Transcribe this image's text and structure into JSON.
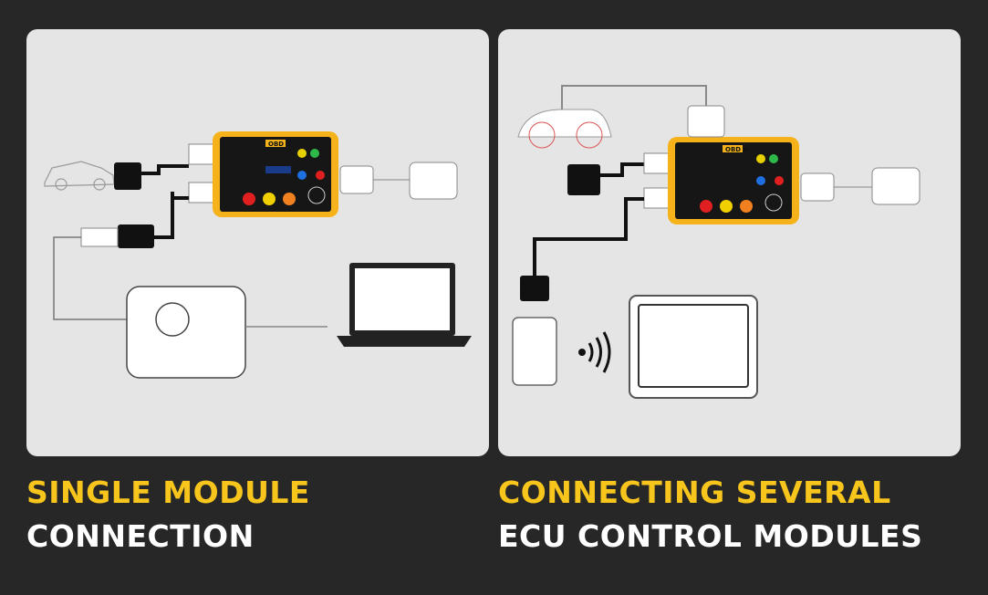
{
  "left_panel": {
    "caption_line1": "SINGLE MODULE",
    "caption_line2": "CONNECTION",
    "device_label": "OBD II"
  },
  "right_panel": {
    "caption_line1": "CONNECTING SEVERAL",
    "caption_line2": "ECU CONTROL MODULES",
    "device_label": "OBD II"
  },
  "colors": {
    "background": "#272727",
    "panel": "#e5e5e5",
    "accent": "#f7c51b",
    "device_yellow": "#f5b21a"
  }
}
